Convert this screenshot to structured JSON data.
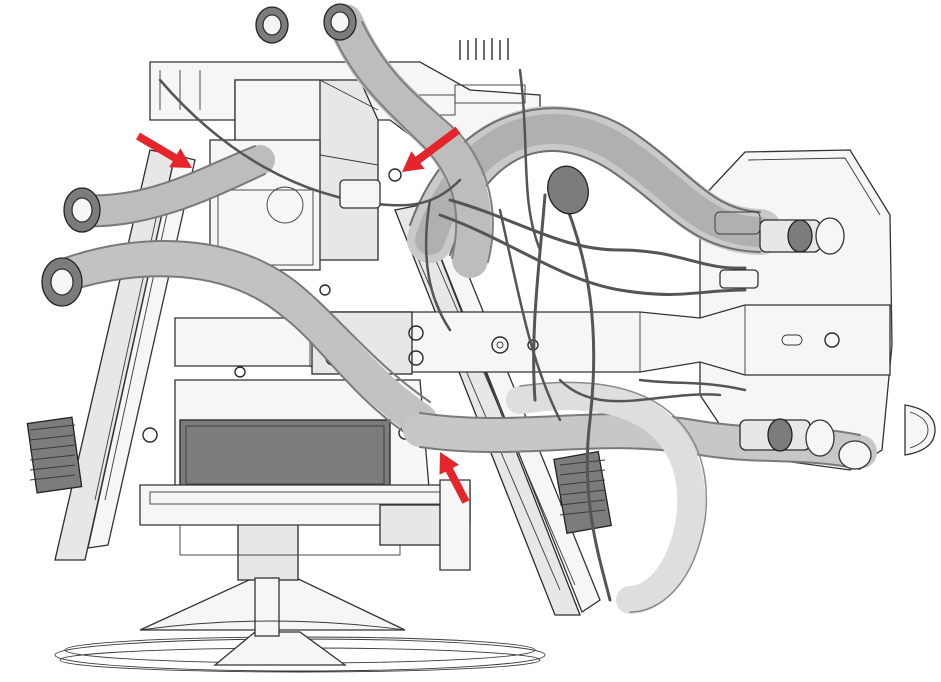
{
  "diagram": {
    "subject": "assembly",
    "colors": {
      "background": "#ffffff",
      "linework": "#2a2a2a",
      "hose": "#8a8a8a",
      "hose_light": "#cfcfcf",
      "callout_arrow": "#e6242c"
    },
    "callouts": [
      {
        "id": "fastener-left-upper",
        "icon": "red-arrow"
      },
      {
        "id": "fastener-right-upper",
        "icon": "red-arrow"
      },
      {
        "id": "fastener-lower-center",
        "icon": "red-arrow"
      }
    ],
    "hoses": [
      {
        "id": "hose-upper-right"
      },
      {
        "id": "hose-upper-left"
      },
      {
        "id": "hose-left-middle"
      },
      {
        "id": "hose-lower-right"
      },
      {
        "id": "hose-top-vertical"
      }
    ]
  }
}
